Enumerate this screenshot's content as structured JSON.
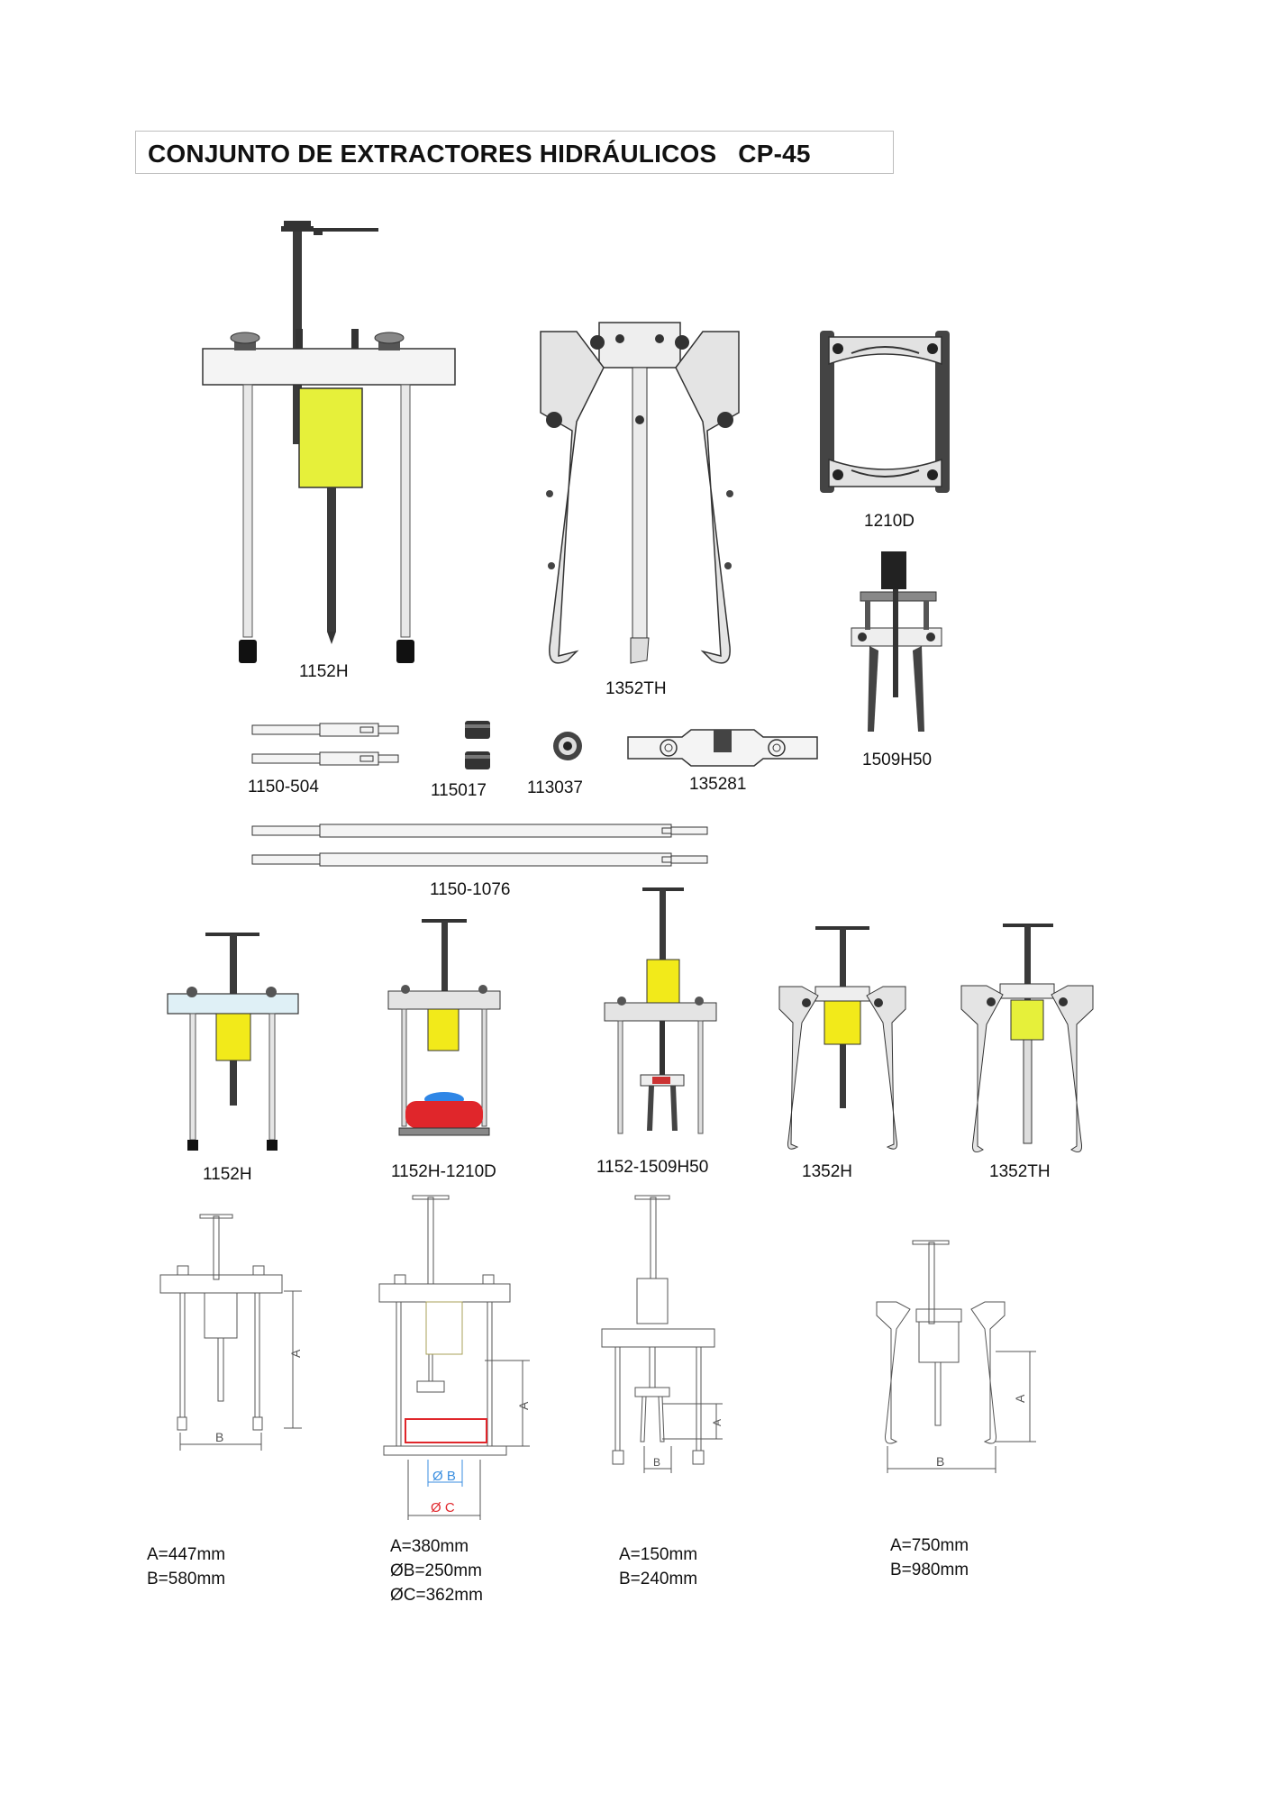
{
  "title": "CONJUNTO DE EXTRACTORES HIDRÁULICOS   CP-45",
  "colors": {
    "cylinder": "#e6f03a",
    "cylinder_alt": "#f2ea1a",
    "bar": "#f4f4f4",
    "outline": "#333333",
    "red_accent": "#e0262b",
    "blue_accent": "#3a8ee0"
  },
  "components": [
    {
      "id": "1152H",
      "label": "1152H"
    },
    {
      "id": "1352TH",
      "label": "1352TH"
    },
    {
      "id": "1210D",
      "label": "1210D"
    },
    {
      "id": "1509H50",
      "label": "1509H50"
    },
    {
      "id": "1150-504",
      "label": "1150-504"
    },
    {
      "id": "115017",
      "label": "115017"
    },
    {
      "id": "113037",
      "label": "113037"
    },
    {
      "id": "135281",
      "label": "135281"
    },
    {
      "id": "1150-1076",
      "label": "1150-1076"
    }
  ],
  "configurations": [
    {
      "label": "1152H"
    },
    {
      "label": "1152H-1210D"
    },
    {
      "label": "1152-1509H50"
    },
    {
      "label": "1352H"
    },
    {
      "label": "1352TH"
    }
  ],
  "diagram_marks": {
    "a": "A",
    "b": "B",
    "dia_b": "Ø B",
    "dia_c": "Ø C"
  },
  "dimensions": [
    {
      "lines": [
        "A=447mm",
        "B=580mm"
      ]
    },
    {
      "lines": [
        "A=380mm",
        "ØB=250mm",
        "ØC=362mm"
      ]
    },
    {
      "lines": [
        "A=150mm",
        "B=240mm"
      ]
    },
    {
      "lines": [
        "A=750mm",
        "B=980mm"
      ]
    }
  ]
}
